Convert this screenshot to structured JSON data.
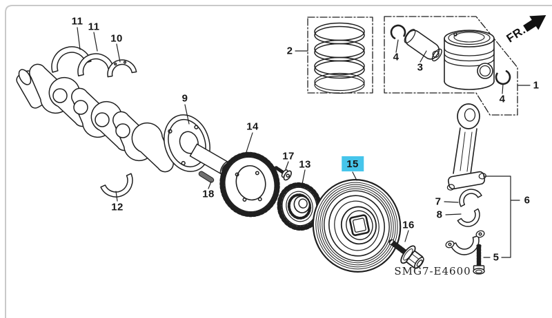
{
  "diagram": {
    "code": "SMG7-E4600",
    "direction_label": "FR.",
    "highlighted_label": "15",
    "colors": {
      "highlight": "#46c5eb",
      "line": "#1f1f1f",
      "background": "#ffffff"
    },
    "labels": [
      {
        "text": "11"
      },
      {
        "text": "11"
      },
      {
        "text": "10"
      },
      {
        "text": "2"
      },
      {
        "text": "4"
      },
      {
        "text": "3"
      },
      {
        "text": "1"
      },
      {
        "text": "9"
      },
      {
        "text": "4"
      },
      {
        "text": "14"
      },
      {
        "text": "17"
      },
      {
        "text": "13"
      },
      {
        "text": "15",
        "highlighted": true
      },
      {
        "text": "18"
      },
      {
        "text": "12"
      },
      {
        "text": "7"
      },
      {
        "text": "8"
      },
      {
        "text": "6"
      },
      {
        "text": "16"
      },
      {
        "text": "5"
      }
    ]
  }
}
